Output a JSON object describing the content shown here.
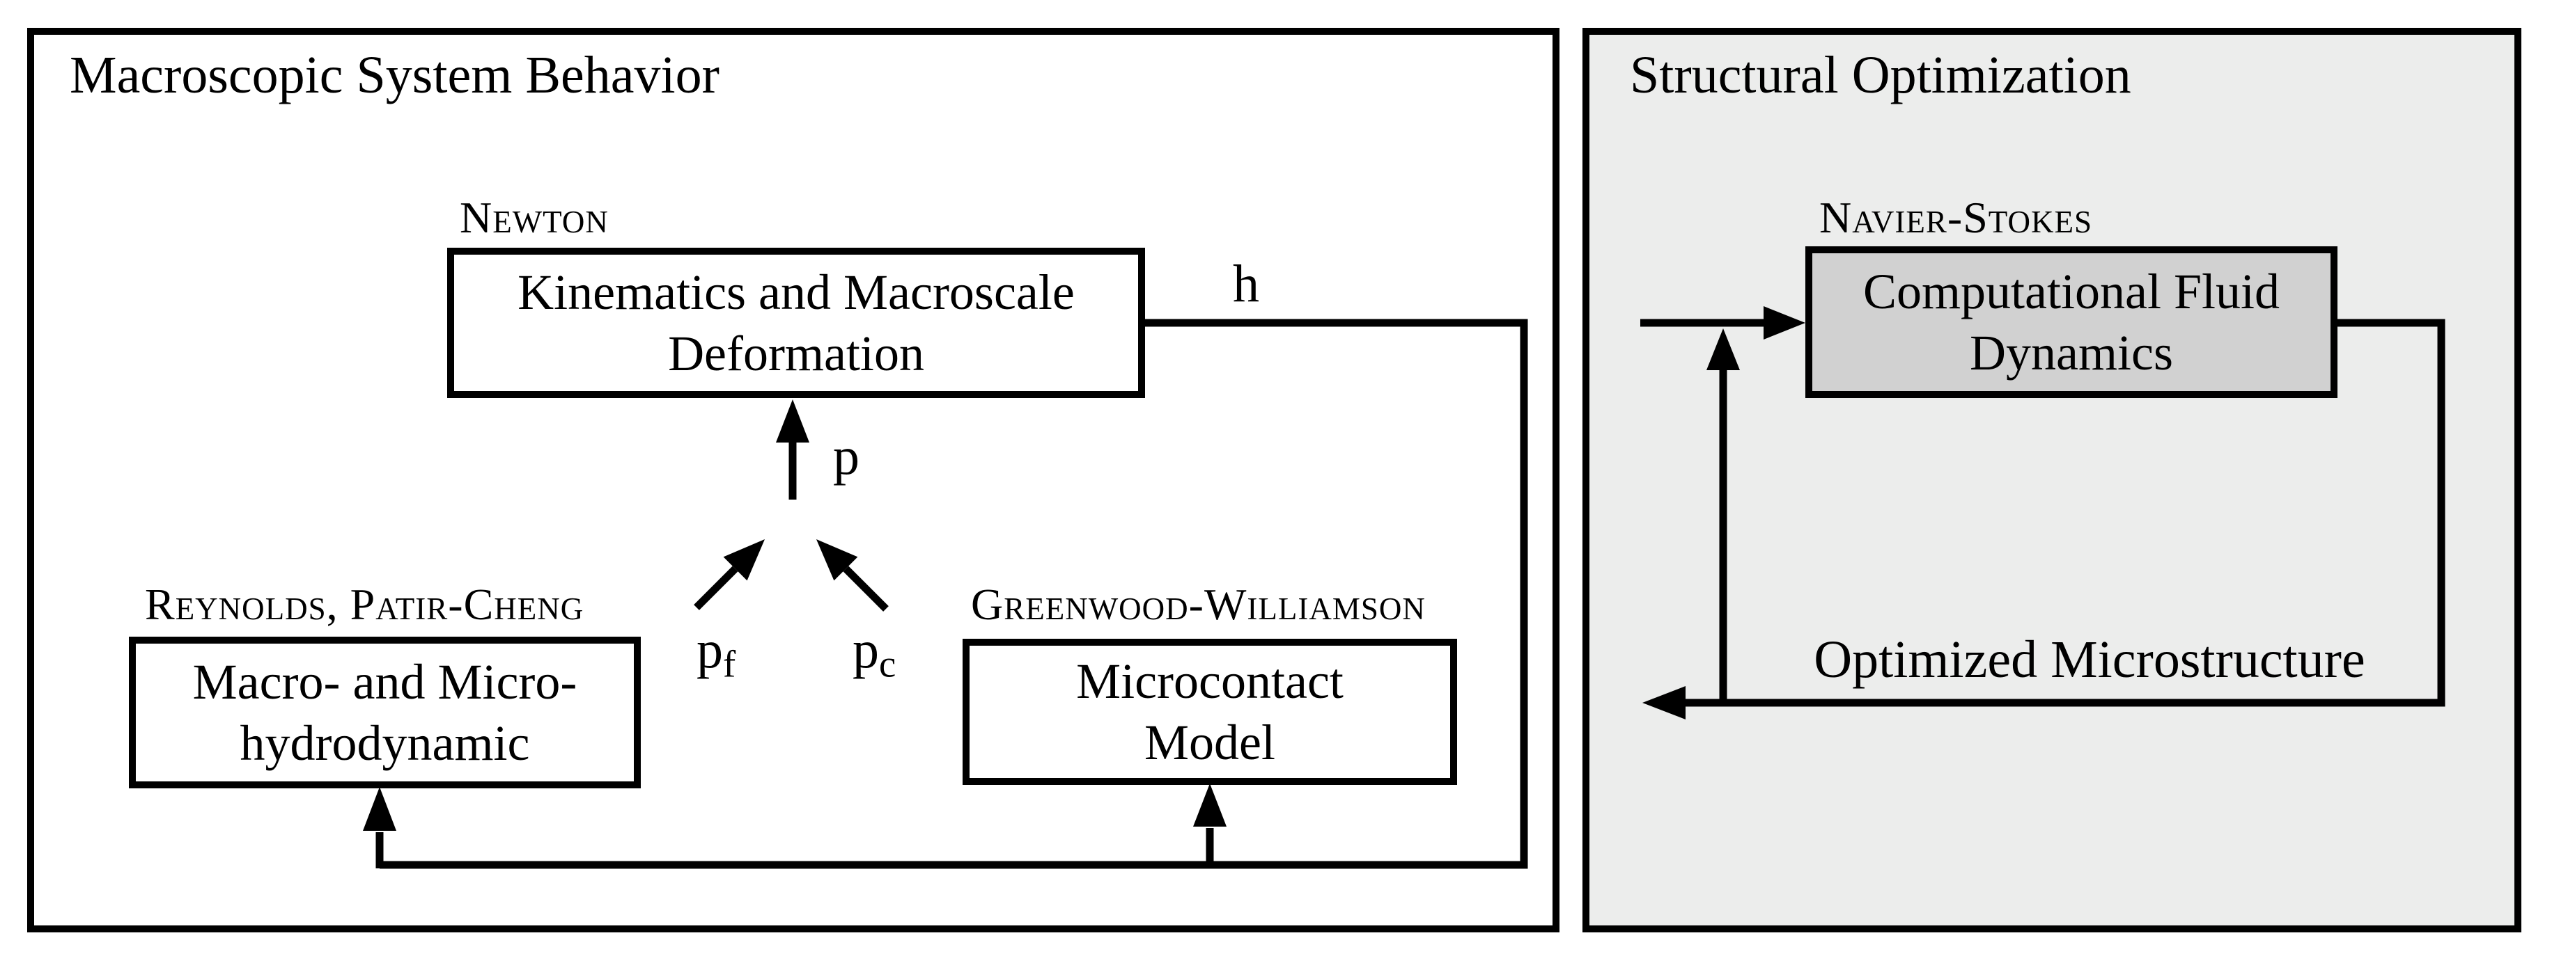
{
  "colors": {
    "ink": "#000000",
    "page_bg": "#FFFFFF",
    "left_panel_bg": "#FFFFFF",
    "right_panel_bg": "#ECEDEC",
    "node_fill": "#FFFFFF",
    "cfd_node_fill": "#D1D1D1"
  },
  "left_panel": {
    "title": "Macroscopic System Behavior",
    "newton": {
      "tag": "Newton",
      "line1": "Kinematics and Macroscale",
      "line2": "Deformation"
    },
    "reynolds": {
      "tag": "Reynolds, Patir-Cheng",
      "line1": "Macro- and Micro-",
      "line2": "hydrodynamic"
    },
    "greenwood": {
      "tag": "Greenwood-Williamson",
      "line1": "Microcontact",
      "line2": "Model"
    },
    "signals": {
      "h": "h",
      "p": "p",
      "pf_base": "p",
      "pf_sub": "f",
      "pc_base": "p",
      "pc_sub": "c"
    }
  },
  "right_panel": {
    "title": "Structural Optimization",
    "cfd": {
      "tag": "Navier-Stokes",
      "line1": "Computational Fluid",
      "line2": "Dynamics"
    },
    "output_label": "Optimized Microstructure"
  }
}
